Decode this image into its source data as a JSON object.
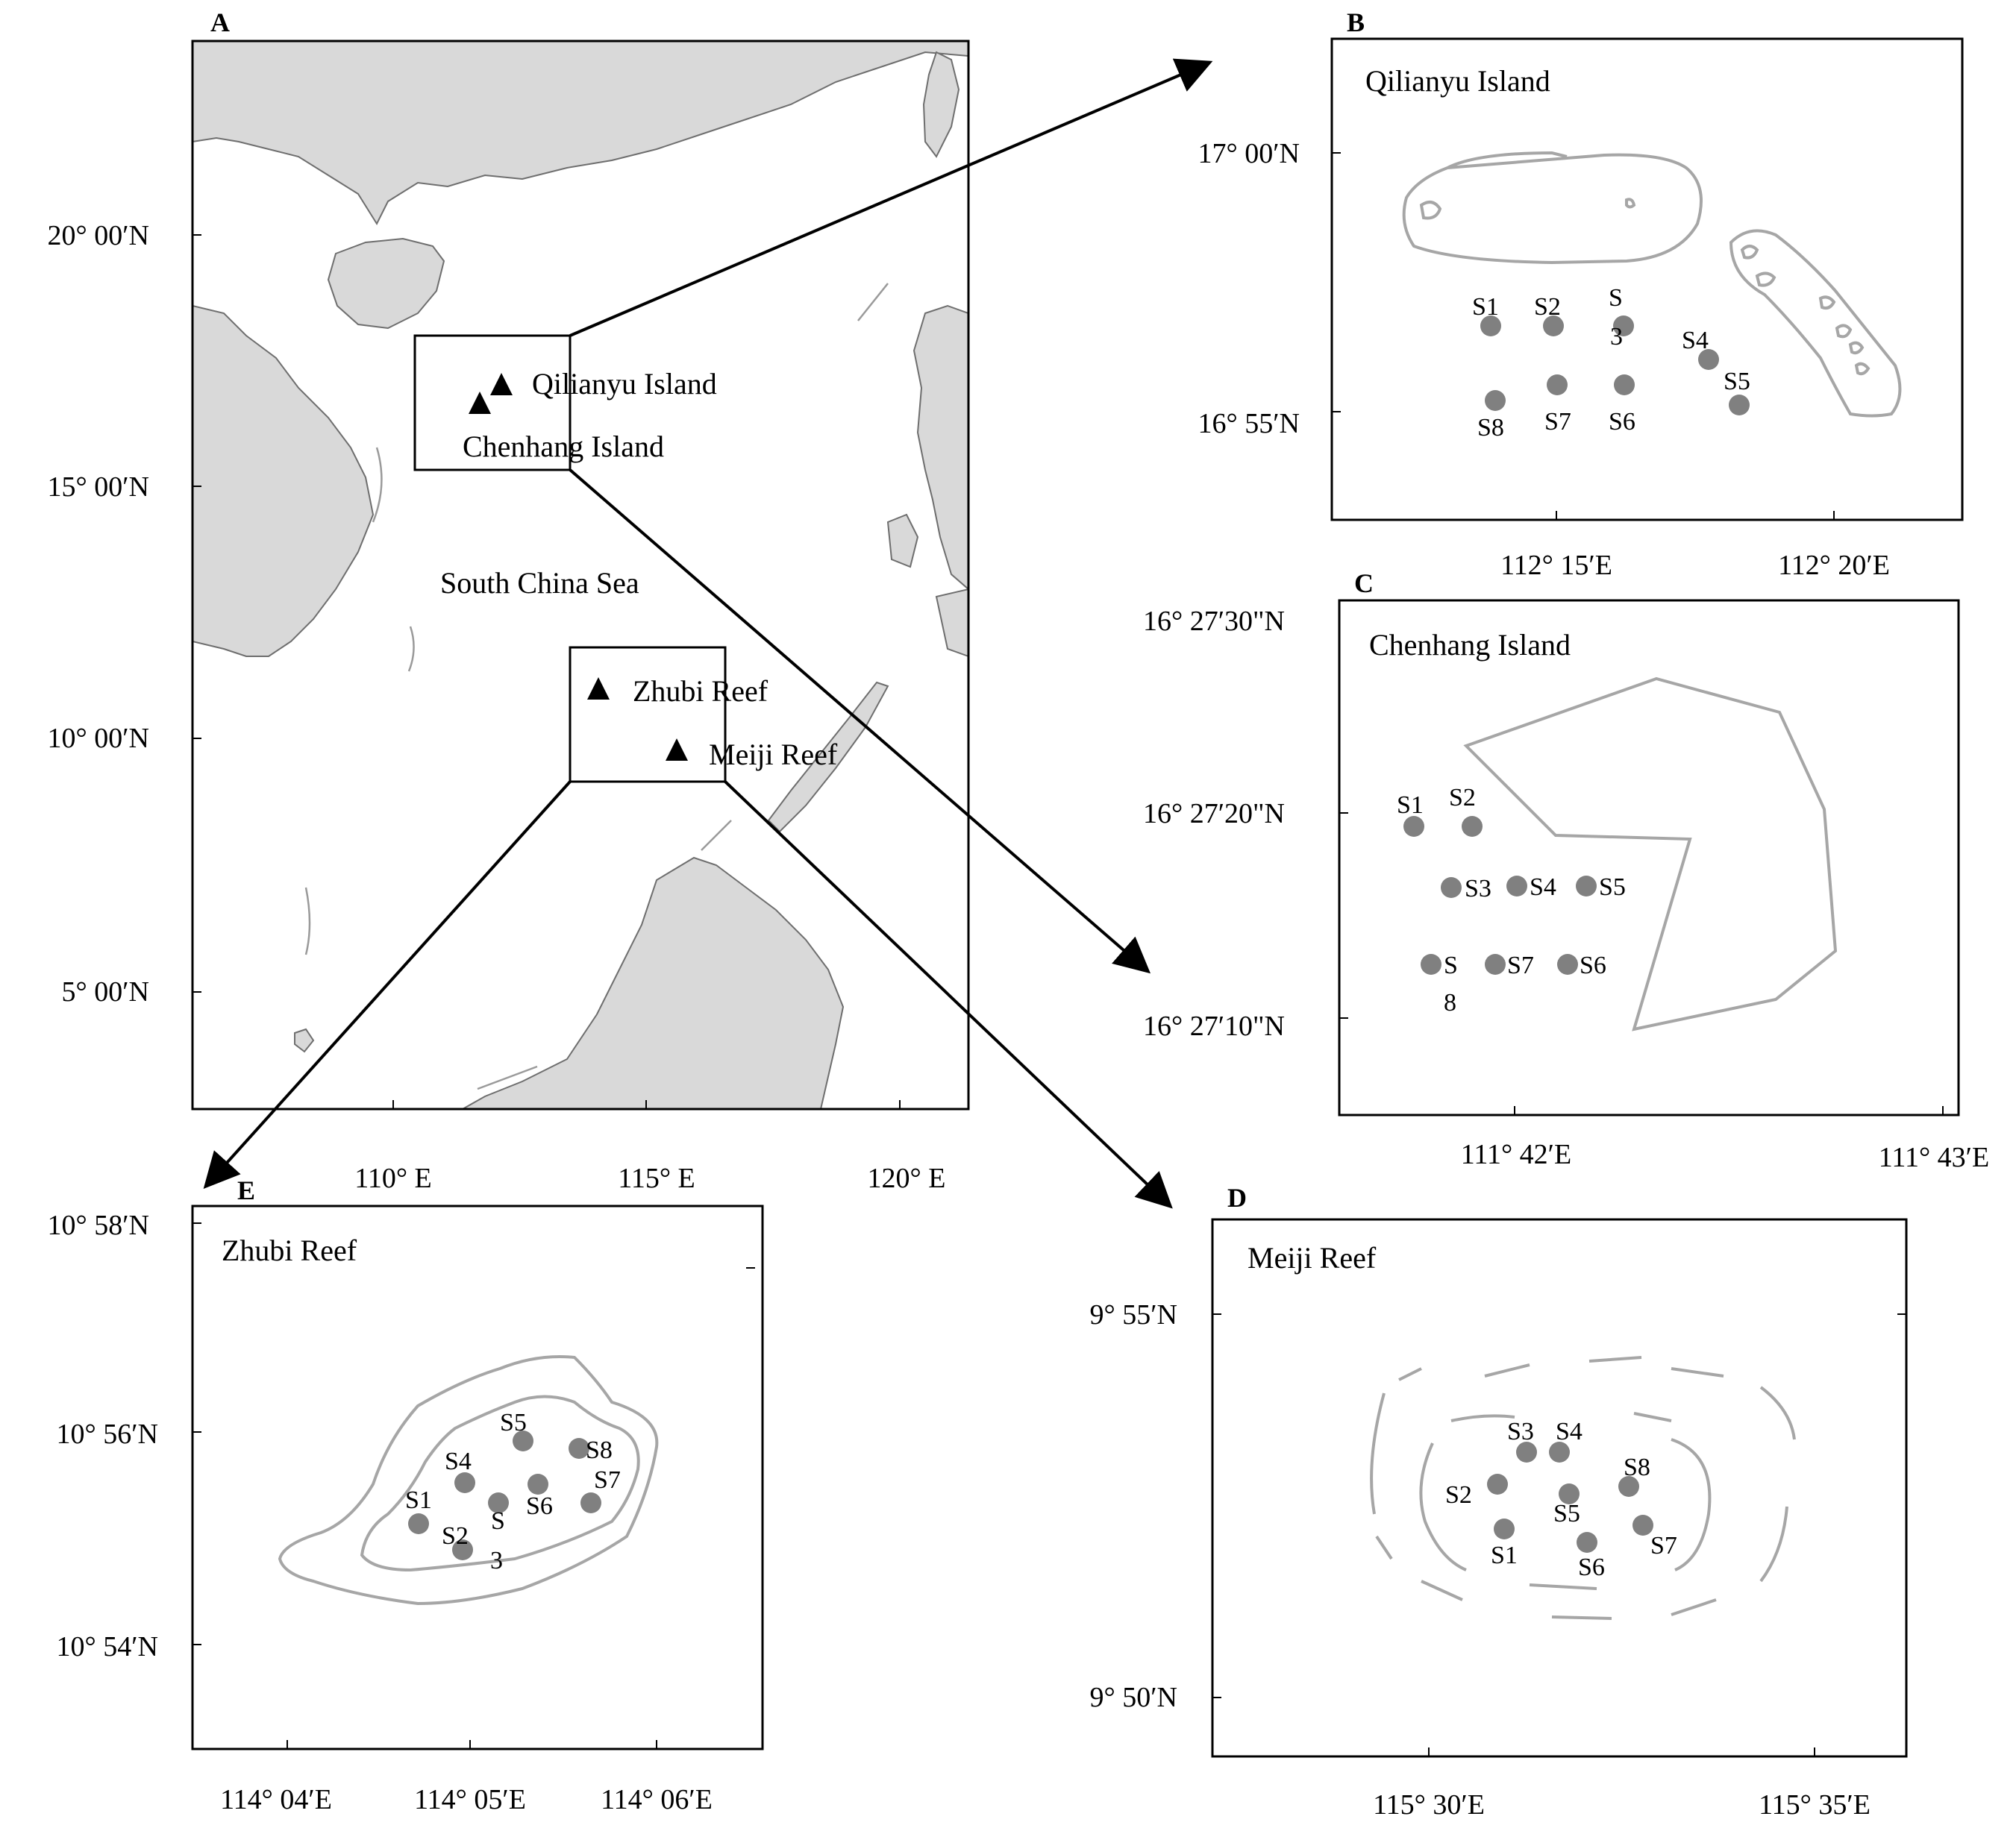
{
  "panels": {
    "A": {
      "letter": "A",
      "lat_labels": [
        "20° 00′N",
        "15° 00′N",
        "10° 00′N",
        "5° 00′N"
      ],
      "lon_labels": [
        "110° E",
        "115° E",
        "120° E"
      ],
      "places": {
        "qilianyu": "Qilianyu Island",
        "chenhang": "Chenhang Island",
        "scs": "South China Sea",
        "zhubi": "Zhubi Reef",
        "meiji": "Meiji Reef"
      }
    },
    "B": {
      "letter": "B",
      "title": "Qilianyu Island",
      "lat_labels": [
        "17° 00′N",
        "16° 55′N"
      ],
      "lon_labels": [
        "112° 15′E",
        "112° 20′E"
      ],
      "sites": [
        "S1",
        "S2",
        "S",
        "3",
        "S4",
        "S5",
        "S8",
        "S7",
        "S6"
      ]
    },
    "C": {
      "letter": "C",
      "title": "Chenhang Island",
      "lat_labels": [
        "16° 27′30\"N",
        "16° 27′20\"N",
        "16° 27′10\"N"
      ],
      "lon_labels": [
        "111° 42′E",
        "111° 43′E"
      ],
      "sites": [
        "S1",
        "S2",
        "S3",
        "S4",
        "S5",
        "S",
        "8",
        "S7",
        "S6"
      ]
    },
    "D": {
      "letter": "D",
      "title": "Meiji Reef",
      "lat_labels": [
        "9° 55′N",
        "9° 50′N"
      ],
      "lon_labels": [
        "115° 30′E",
        "115° 35′E"
      ],
      "sites": [
        "S3",
        "S4",
        "S8",
        "S2",
        "S5",
        "S1",
        "S6",
        "S7"
      ]
    },
    "E": {
      "letter": "E",
      "title": "Zhubi Reef",
      "lat_labels": [
        "10° 58′N",
        "10° 56′N",
        "10° 54′N"
      ],
      "lon_labels": [
        "114° 04′E",
        "114° 05′E",
        "114° 06′E"
      ],
      "sites": [
        "S5",
        "S8",
        "S4",
        "S7",
        "S1",
        "S6",
        "S",
        "S2",
        "3"
      ]
    }
  },
  "colors": {
    "land": "#d9d9d9",
    "site_marker": "#808080",
    "reef_outline": "#a6a6a6"
  },
  "marker_icons": [
    "triangle-marker-icon",
    "site-dot-icon"
  ]
}
